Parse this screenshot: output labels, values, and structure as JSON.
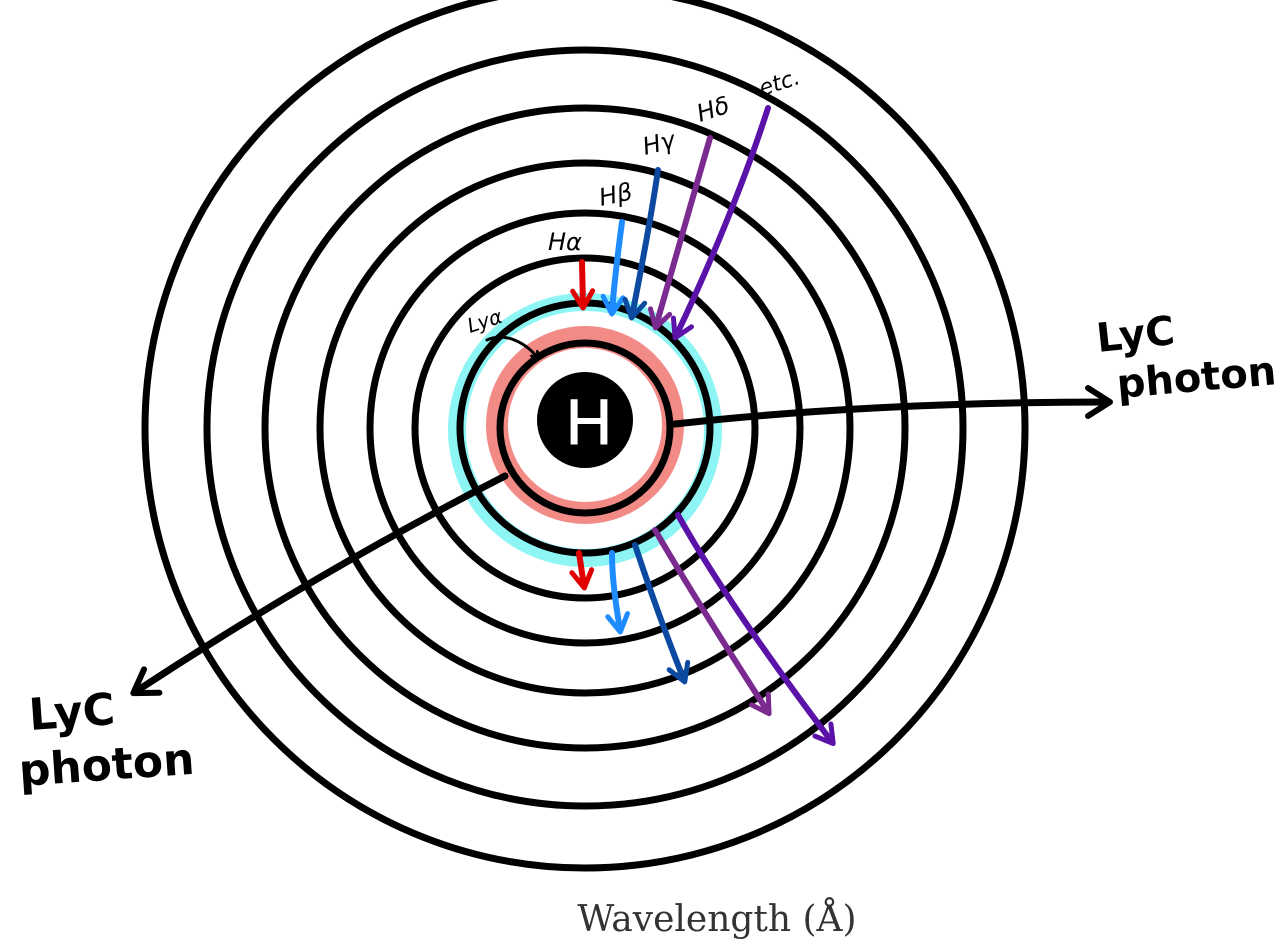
{
  "nucleus_label": "H",
  "transition_labels": {
    "ly_alpha": "Lyα",
    "h_alpha": "Hα",
    "h_beta": "Hβ",
    "h_gamma": "Hγ",
    "h_delta": "Hδ",
    "etc": "etc."
  },
  "lyc_photon": {
    "right_line1": "LyC",
    "right_line2": "photon",
    "left_line1": "LyC",
    "left_line2": "photon"
  },
  "x_axis_label": "Wavelength (Å)",
  "colors": {
    "ly_alpha": "#000000",
    "h_alpha": "#e00000",
    "h_beta": "#1e8cff",
    "h_gamma": "#0b4aa0",
    "h_delta": "#7b2a90",
    "etc": "#5b12a8",
    "glow_inner": "#f28a86",
    "glow_outer": "#8ef5f5",
    "rings": "#000000"
  }
}
